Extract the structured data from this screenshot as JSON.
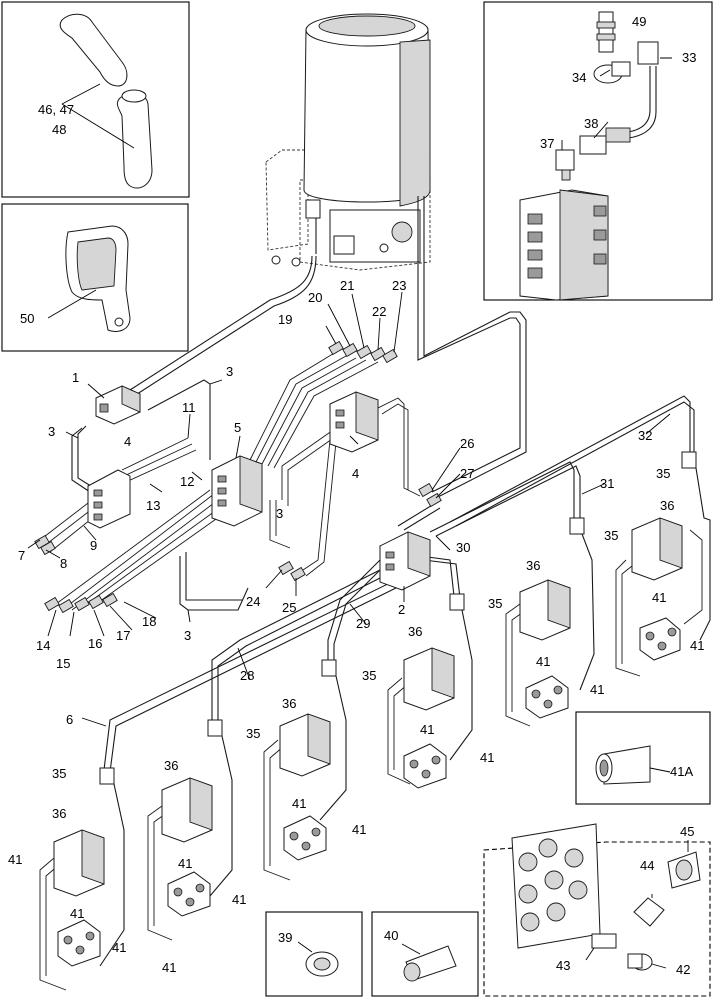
{
  "callouts": {
    "c1": "1",
    "c2": "2",
    "c3": "3",
    "c4": "4",
    "c5": "5",
    "c6": "6",
    "c7": "7",
    "c8": "8",
    "c9": "9",
    "c11": "11",
    "c12": "12",
    "c13": "13",
    "c14": "14",
    "c15": "15",
    "c16": "16",
    "c17": "17",
    "c18": "18",
    "c19": "19",
    "c20": "20",
    "c21": "21",
    "c22": "22",
    "c23": "23",
    "c24": "24",
    "c25": "25",
    "c26": "26",
    "c27": "27",
    "c28": "28",
    "c29": "29",
    "c30": "30",
    "c31": "31",
    "c32": "32",
    "c33": "33",
    "c34": "34",
    "c35": "35",
    "c36": "36",
    "c37": "37",
    "c38": "38",
    "c39": "39",
    "c40": "40",
    "c41": "41",
    "c41a": "41A",
    "c42": "42",
    "c43": "43",
    "c44": "44",
    "c45": "45",
    "c4647": "46, 47",
    "c48": "48",
    "c49": "49",
    "c50": "50"
  }
}
